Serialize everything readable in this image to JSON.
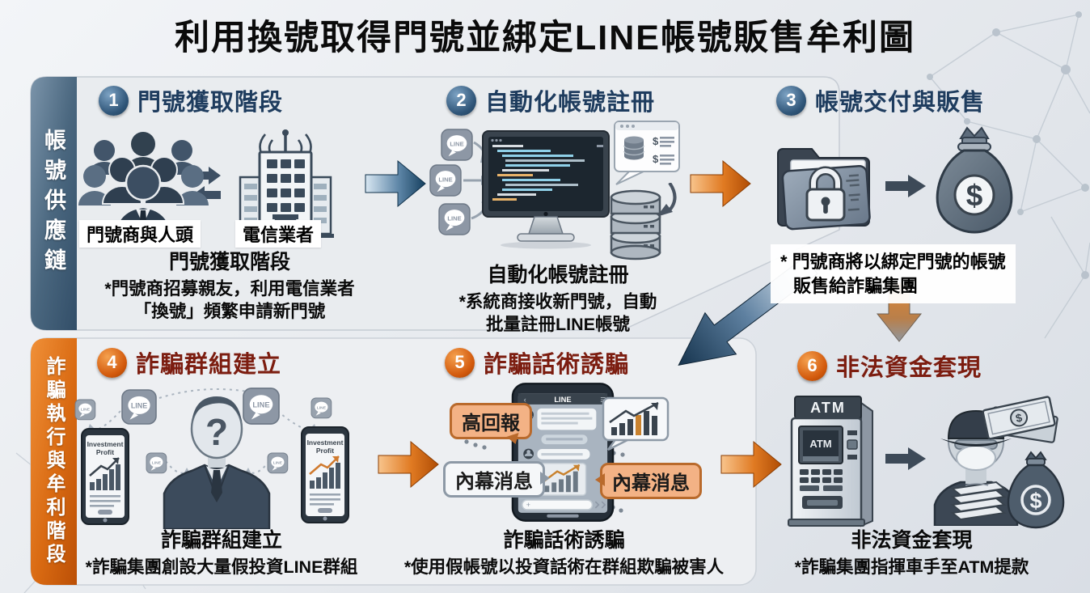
{
  "title": "利用換號取得門號並綁定LINE帳號販售牟利圖",
  "supply_chain": {
    "side_label": "帳號供應鏈",
    "step1": {
      "num": "1",
      "title": "門號獲取階段",
      "label_people": "門號商與人頭",
      "label_telecom": "電信業者",
      "caption_title": "門號獲取階段",
      "caption_line1": "*門號商招募親友，利用電信業者",
      "caption_line2": "「換號」頻繁申請新門號"
    },
    "step2": {
      "num": "2",
      "title": "自動化帳號註冊",
      "caption_title": "自動化帳號註冊",
      "caption_line1": "*系統商接收新門號，自動",
      "caption_line2": "批量註冊LINE帳號"
    },
    "step3": {
      "num": "3",
      "title": "帳號交付與販售",
      "note_line1": "* 門號商將以綁定門號的帳號",
      "note_line2": "販售給詐騙集團"
    }
  },
  "fraud_stage": {
    "side_label": "詐騙執行與牟利階段",
    "step4": {
      "num": "4",
      "title": "詐騙群組建立",
      "phone_line1": "Investment",
      "phone_line2": "Profit",
      "caption_title": "詐騙群組建立",
      "caption_line1": "*詐騙集團創設大量假投資LINE群組"
    },
    "step5": {
      "num": "5",
      "title": "詐騙話術誘騙",
      "bubble_high_return": "高回報",
      "bubble_insider_left": "內幕消息",
      "bubble_insider_right": "內幕消息",
      "caption_title": "詐騙話術誘騙",
      "caption_line1": "*使用假帳號以投資話術在群組欺騙被害人"
    },
    "step6": {
      "num": "6",
      "title": "非法資金套現",
      "atm_sign": "ATM",
      "atm_screen": "ATM",
      "caption_title": "非法資金套現",
      "caption_line1": "*詐騙集團指揮車手至ATM提款"
    }
  },
  "icons": {
    "line_label": "LINE",
    "dollar": "$",
    "question": "?"
  },
  "colors": {
    "supply_accent": "#44617c",
    "fraud_accent": "#d3590b",
    "header_navy": "#1e3c5e",
    "header_maroon": "#7c1d10",
    "arrow_blue": "#16405f",
    "arrow_orange": "#b04d05"
  }
}
